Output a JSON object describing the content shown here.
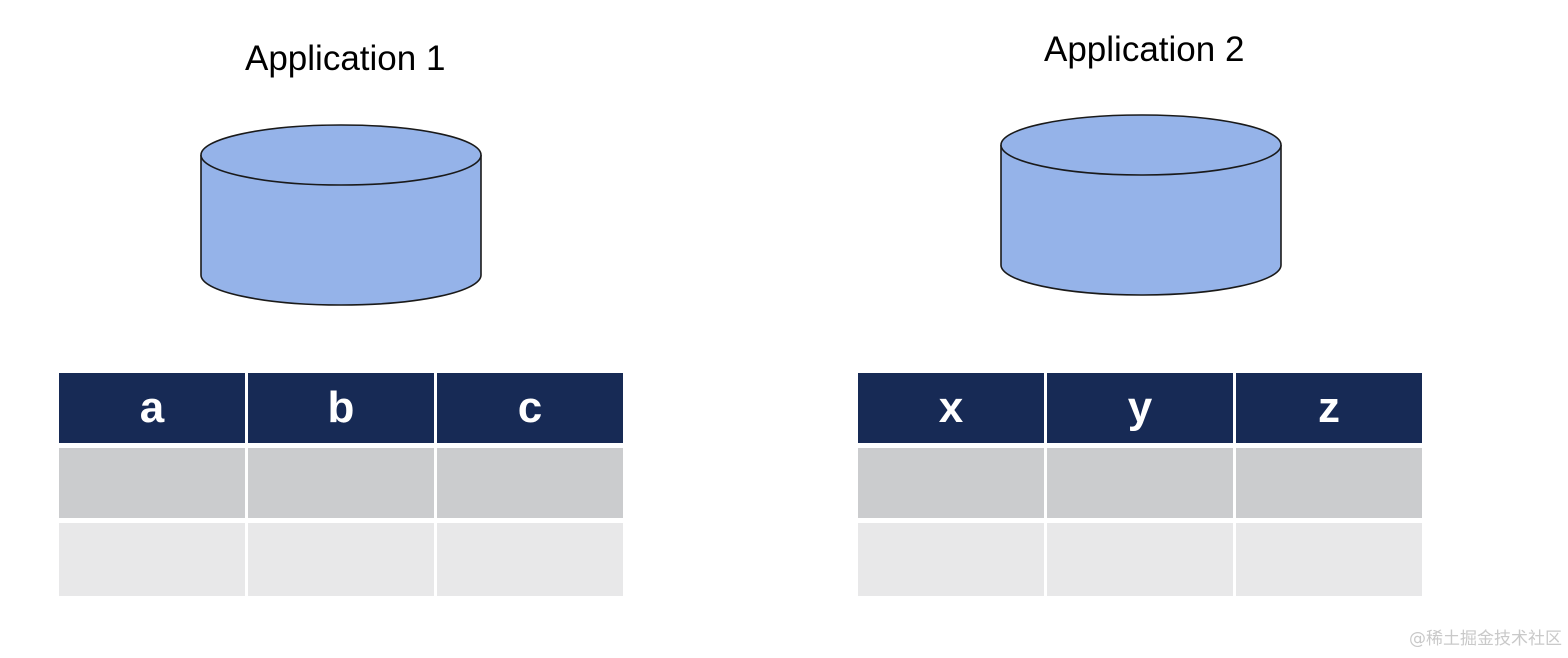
{
  "applications": [
    {
      "title": "Application 1",
      "columns": [
        "a",
        "b",
        "c"
      ],
      "rows": [
        [
          "",
          "",
          ""
        ],
        [
          "",
          "",
          ""
        ]
      ]
    },
    {
      "title": "Application 2",
      "columns": [
        "x",
        "y",
        "z"
      ],
      "rows": [
        [
          "",
          "",
          ""
        ],
        [
          "",
          "",
          ""
        ]
      ]
    }
  ],
  "colors": {
    "database_fill": "#95b3e9",
    "database_stroke": "#1a1a1a",
    "header_bg": "#172a55",
    "row_dark": "#cbccce",
    "row_light": "#e8e8e9"
  },
  "watermark": "@稀土掘金技术社区",
  "icons": [
    "database-icon"
  ]
}
